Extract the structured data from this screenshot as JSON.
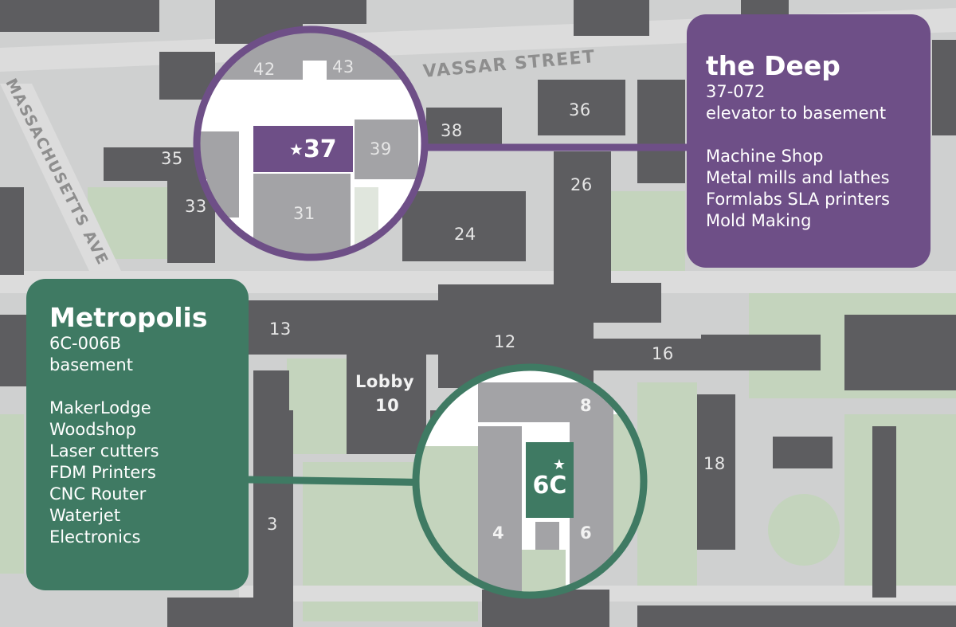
{
  "map": {
    "streets": {
      "vassar": "VASSAR STREET",
      "mass_ave": "MASSACHUSETTS AVE"
    },
    "buildings": {
      "b42": "42",
      "b43": "43",
      "b36": "36",
      "b38": "38",
      "b39": "39",
      "b35": "35",
      "b33": "33",
      "b31": "31",
      "b26": "26",
      "b24": "24",
      "b13": "13",
      "b12": "12",
      "b16": "16",
      "b18": "18",
      "b8": "8",
      "b4": "4",
      "b6": "6",
      "b3": "3",
      "lobby_line1": "Lobby",
      "lobby_line2": "10"
    },
    "markers": {
      "deep_marker": "37",
      "metro_marker": "6C",
      "star": "★"
    },
    "colors": {
      "deep": "#6e4f87",
      "metropolis": "#3f7a63",
      "building": "#5d5d60",
      "street": "#cfd0d0",
      "green_space": "#c4d4bd"
    }
  },
  "deep": {
    "title": "the Deep",
    "room": "37-072",
    "location": "elevator to basement",
    "items": [
      "Machine Shop",
      "Metal mills and lathes",
      "Formlabs SLA printers",
      "Mold Making"
    ]
  },
  "metropolis": {
    "title": "Metropolis",
    "room": "6C-006B",
    "location": "basement",
    "items": [
      "MakerLodge",
      "Woodshop",
      "Laser cutters",
      "FDM Printers",
      "CNC Router",
      "Waterjet",
      "Electronics"
    ]
  }
}
